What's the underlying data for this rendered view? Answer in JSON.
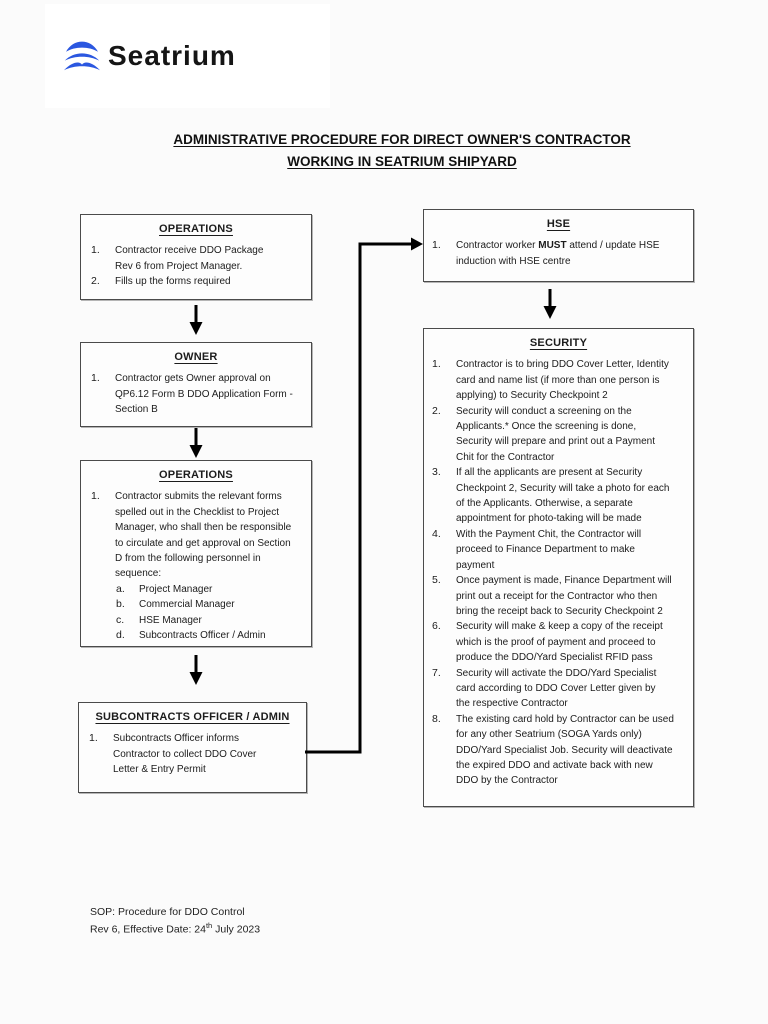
{
  "brand": {
    "name": "Seatrium",
    "icon": "seatrium-wave-icon",
    "color": "#2b57e0"
  },
  "title": {
    "line1": "ADMINISTRATIVE PROCEDURE FOR DIRECT OWNER'S CONTRACTOR",
    "line2": "WORKING IN SEATRIUM SHIPYARD"
  },
  "boxes": {
    "ops1": {
      "title": "OPERATIONS",
      "items": [
        {
          "num": "1.",
          "text": "Contractor receive DDO Package\nRev 6 from Project Manager."
        },
        {
          "num": "2.",
          "text": "Fills up the forms required"
        }
      ]
    },
    "owner": {
      "title": "OWNER",
      "items": [
        {
          "num": "1.",
          "text": "Contractor gets Owner approval on\nQP6.12 Form B DDO Application Form -\nSection B"
        }
      ]
    },
    "ops2": {
      "title": "OPERATIONS",
      "items": [
        {
          "num": "1.",
          "text": "Contractor submits the relevant forms\nspelled out in the Checklist to Project\nManager, who shall then be responsible\nto circulate and get approval on Section\nD from the following personnel in\nsequence:"
        }
      ],
      "subitems": [
        {
          "num": "a.",
          "text": "Project Manager"
        },
        {
          "num": "b.",
          "text": "Commercial Manager"
        },
        {
          "num": "c.",
          "text": "HSE Manager"
        },
        {
          "num": "d.",
          "text": "Subcontracts Officer / Admin"
        }
      ]
    },
    "subcontracts": {
      "title": "SUBCONTRACTS OFFICER / ADMIN",
      "items": [
        {
          "num": "1.",
          "text": "Subcontracts Officer informs\nContractor to collect DDO Cover\nLetter & Entry Permit"
        }
      ]
    },
    "hse": {
      "title": "HSE",
      "item_num": "1.",
      "item_pre": "Contractor worker ",
      "item_bold": "MUST",
      "item_post": " attend / update HSE\ninduction with HSE centre"
    },
    "security": {
      "title": "SECURITY",
      "items": [
        {
          "num": "1.",
          "text": "Contractor is to bring DDO Cover Letter, Identity\ncard and name list (if more than one person is\napplying) to Security Checkpoint 2"
        },
        {
          "num": "2.",
          "text": "Security will conduct a screening on the\nApplicants.* Once the screening is done,\nSecurity will prepare and print out a Payment\nChit for the Contractor"
        },
        {
          "num": "3.",
          "text": "If all the applicants are present at Security\nCheckpoint 2, Security will take a photo for each\nof the Applicants. Otherwise, a separate\nappointment for photo-taking will be made"
        },
        {
          "num": "4.",
          "text": "With the Payment Chit, the Contractor will\nproceed to Finance Department to make\npayment"
        },
        {
          "num": "5.",
          "text": "Once payment is made, Finance Department will\nprint out a receipt for the Contractor who then\nbring the receipt back to Security Checkpoint 2"
        },
        {
          "num": "6.",
          "text": "Security will make & keep a copy of the receipt\nwhich is the proof of payment and proceed to\nproduce the DDO/Yard Specialist RFID pass"
        },
        {
          "num": "7.",
          "text": "Security will activate the DDO/Yard Specialist\ncard according to DDO Cover Letter given by\nthe respective Contractor"
        },
        {
          "num": "8.",
          "text": "The existing card hold by Contractor can be used\nfor any other Seatrium (SOGA Yards only)\nDDO/Yard Specialist Job. Security will deactivate\nthe expired DDO and activate back with new\nDDO by the Contractor"
        }
      ]
    }
  },
  "footer": {
    "line1": "SOP: Procedure for DDO Control",
    "line2_pre": "Rev 6, Effective Date: 24",
    "line2_sup": "th",
    "line2_post": " July 2023"
  },
  "colors": {
    "brand_blue": "#2b57e0",
    "box_border": "#4b4b4b",
    "text": "#1a1a1a",
    "arrow": "#000000"
  }
}
